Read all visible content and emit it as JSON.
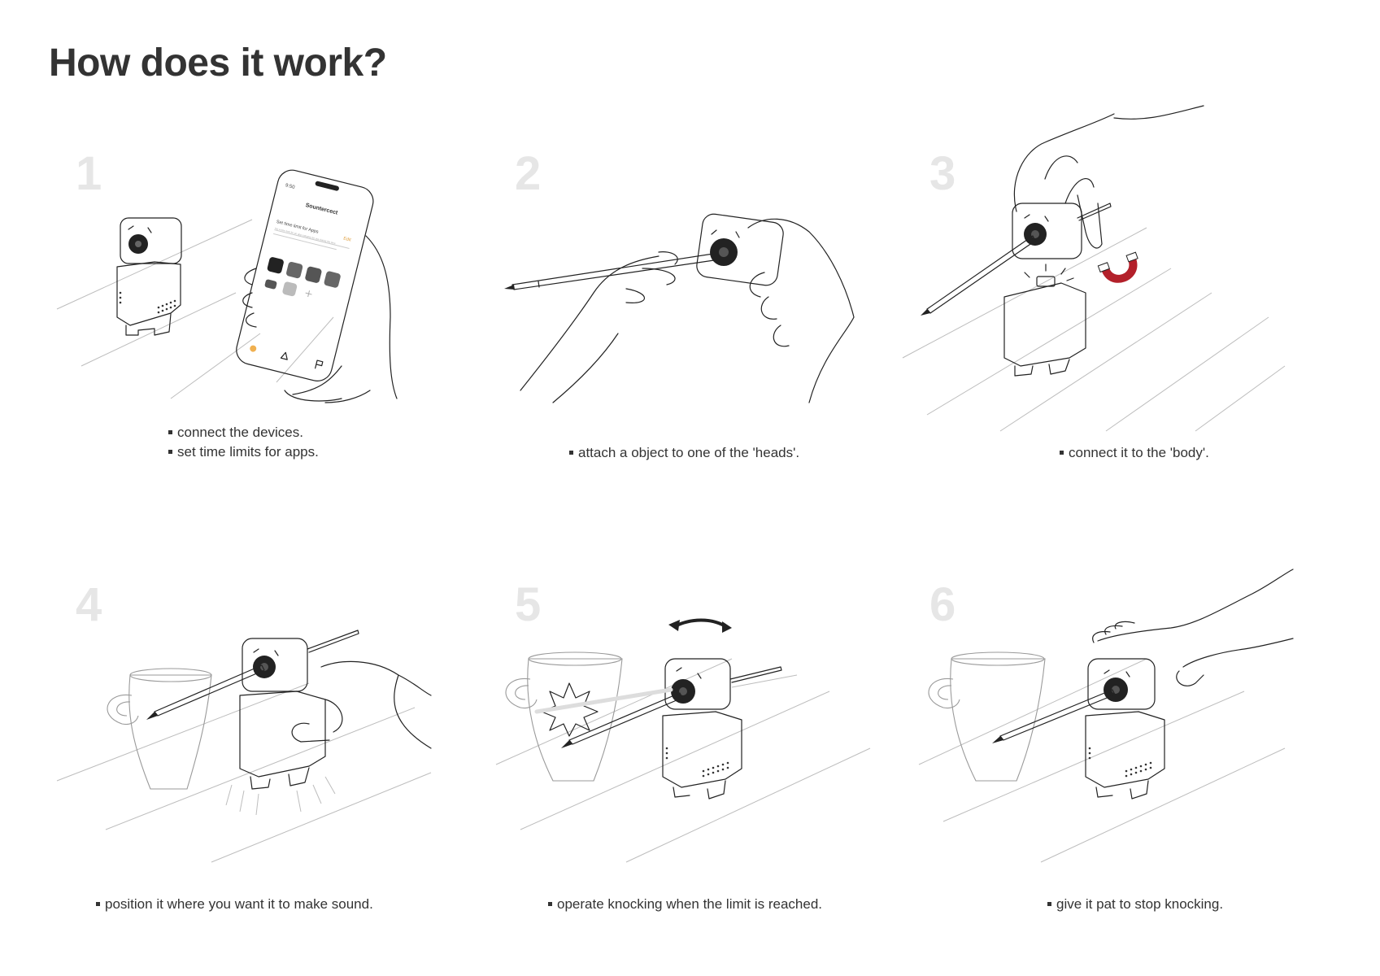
{
  "page": {
    "title": "How does it work?"
  },
  "steps": [
    {
      "number": "1",
      "captions": [
        "connect the devices.",
        "set time limits for apps."
      ]
    },
    {
      "number": "2",
      "captions": [
        "attach a object to one of the 'heads'."
      ]
    },
    {
      "number": "3",
      "captions": [
        "connect it to the 'body'."
      ]
    },
    {
      "number": "4",
      "captions": [
        "position it where you want it to make sound."
      ]
    },
    {
      "number": "5",
      "captions": [
        "operate knocking when the limit is reached."
      ]
    },
    {
      "number": "6",
      "captions": [
        "give it pat to stop knocking."
      ]
    }
  ],
  "phone": {
    "time": "9:50",
    "app_name": "Sountercect",
    "setting_label": "Set time limit for Apps",
    "edit_label": "Edit",
    "description": "Set a time limit for an app category for use during the time"
  },
  "colors": {
    "magnet": "#b3202a",
    "sketch": "#222222",
    "faint": "#bdbdbd"
  }
}
